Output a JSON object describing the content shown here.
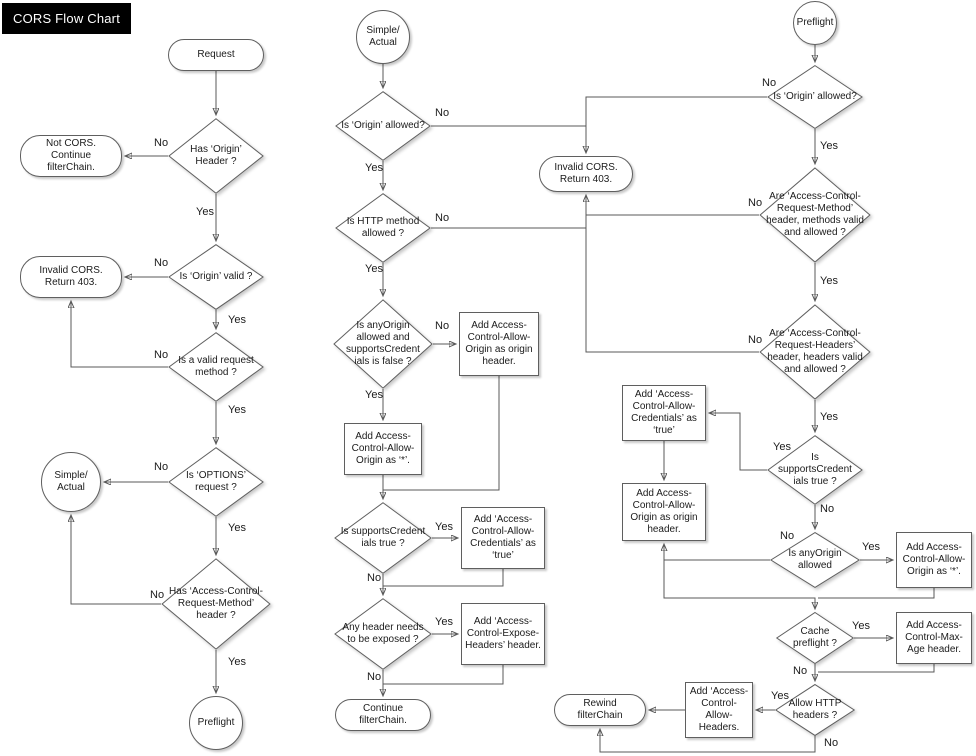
{
  "title": "CORS Flow Chart",
  "labels": {
    "yes": "Yes",
    "no": "No"
  },
  "left": {
    "request": "Request",
    "has_origin": "Has ‘Origin’ Header ?",
    "not_cors": "Not CORS. Continue filterChain.",
    "origin_valid": "Is ‘Origin’ valid ?",
    "invalid_cors": "Invalid CORS. Return 403.",
    "valid_method": "Is a valid request method ?",
    "options_request": "Is ‘OPTIONS’ request ?",
    "simple_actual": "Simple/ Actual",
    "has_acrm": "Has ‘Access-Control-Request-Method’ header ?",
    "preflight": "Preflight"
  },
  "middle": {
    "simple_actual": "Simple/ Actual",
    "origin_allowed": "Is ‘Origin’ allowed?",
    "http_method_allowed": "Is HTTP method allowed ?",
    "anyorigin_supportscred": "Is anyOrigin allowed and supportsCredent ials is false ?",
    "add_origin_header": "Add Access-Control-Allow-Origin as origin header.",
    "add_origin_star": "Add Access-Control-Allow-Origin as ‘*’.",
    "supportscred_true": "Is supportsCredent ials true ?",
    "add_credentials": "Add ‘Access-Control-Allow-Credentials’ as ‘true’",
    "any_header_exposed": "Any header needs to be exposed ?",
    "add_expose_headers": "Add ‘Access-Control-Expose-Headers’ header.",
    "continue_chain": "Continue filterChain.",
    "invalid_cors": "Invalid CORS. Return 403."
  },
  "right": {
    "preflight": "Preflight",
    "origin_allowed": "Is ‘Origin’ allowed?",
    "acrm_valid": "Are ‘Access-Control-Request-Method’ header, methods  valid and allowed ?",
    "acrh_valid": "Are ‘Access-Control-Request-Headers’ header, headers valid and allowed ?",
    "supportscred_true": "Is supportsCredent ials true ?",
    "add_credentials": "Add ‘Access-Control-Allow-Credentials’ as ‘true’",
    "add_origin_header": "Add Access-Control-Allow-Origin as origin header.",
    "anyorigin_allowed": "Is anyOrigin allowed",
    "add_origin_star": "Add Access-Control-Allow-Origin as ‘*’.",
    "cache_preflight": "Cache preflight ?",
    "add_max_age": "Add Access-Control-Max-Age header.",
    "allow_http_headers": "Allow HTTP headers ?",
    "add_allow_headers": "Add ‘Access-Control-Allow-Headers.",
    "rewind_chain": "Rewind filterChain"
  }
}
